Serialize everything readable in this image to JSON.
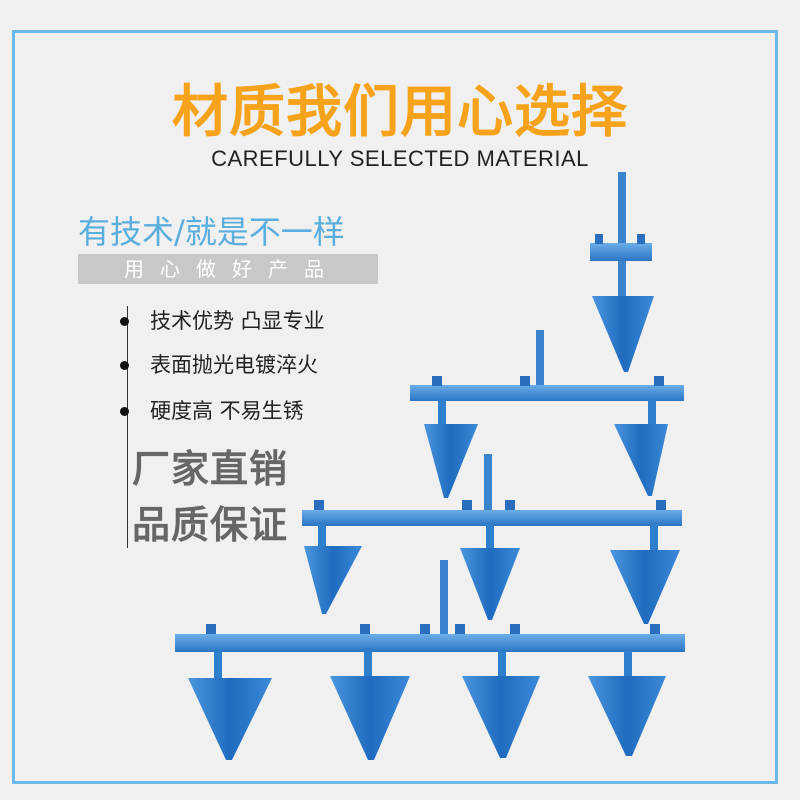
{
  "heading": {
    "title_cn": "材质我们用心选择",
    "title_en": "CAREFULLY SELECTED MATERIAL"
  },
  "tagline": {
    "main": "有技术/就是不一样",
    "sub": "用心做好产品"
  },
  "features": [
    "技术优势 凸显专业",
    "表面抛光电镀淬火",
    "硬度高 不易生锈"
  ],
  "promo": {
    "line1": "厂家直销",
    "line2": "品质保证"
  },
  "colors": {
    "frame": "#6cb8e8",
    "title": "#f7a21b",
    "tagline": "#5aaede",
    "product_blue": "#2f7fcf"
  },
  "product": {
    "description_icon": "blue-plough-share-rigs",
    "rigs": [
      "single-share",
      "two-share",
      "three-share",
      "four-share"
    ]
  }
}
